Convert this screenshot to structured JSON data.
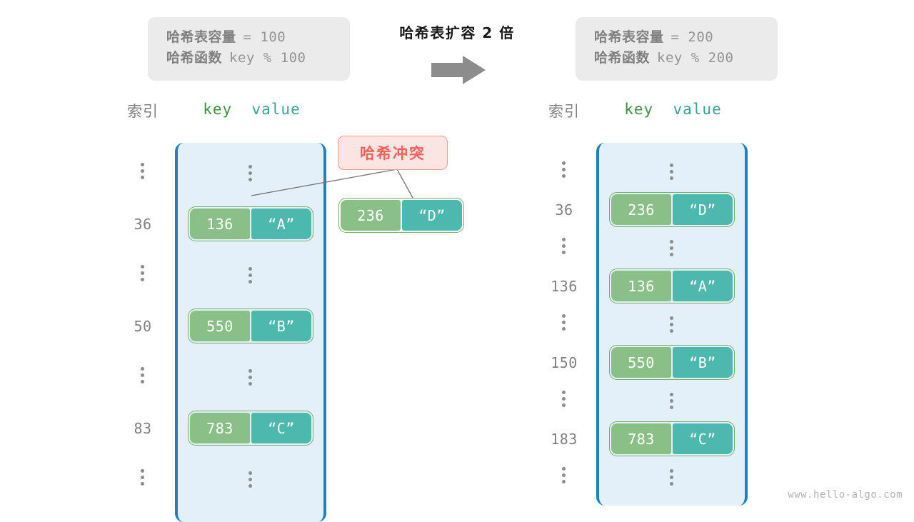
{
  "meta": {
    "watermark": "www.hello-algo.com"
  },
  "center": {
    "caption": "哈希表扩容 2 倍",
    "arrow_icon": "right-arrow-icon",
    "arrow_color": "#8c8c8c"
  },
  "info_left": {
    "capacity_label": "哈希表容量",
    "capacity_value": "= 100",
    "function_label": "哈希函数",
    "function_value": "key % 100"
  },
  "info_right": {
    "capacity_label": "哈希表容量",
    "capacity_value": "= 200",
    "function_label": "哈希函数",
    "function_value": "key % 200"
  },
  "collision": {
    "badge_label": "哈希冲突",
    "badge_color": "#f4605c",
    "badge_bg": "#fbe5e3",
    "floating_entry": {
      "key": "236",
      "value": "“D”"
    }
  },
  "left_table": {
    "head_index": "索引",
    "head_key": "key",
    "head_value": "value",
    "rows": [
      {
        "index": "⋮",
        "type": "dots"
      },
      {
        "index": "36",
        "type": "entry",
        "key": "136",
        "value": "“A”"
      },
      {
        "index": "⋮",
        "type": "dots"
      },
      {
        "index": "50",
        "type": "entry",
        "key": "550",
        "value": "“B”"
      },
      {
        "index": "⋮",
        "type": "dots"
      },
      {
        "index": "83",
        "type": "entry",
        "key": "783",
        "value": "“C”"
      },
      {
        "index": "⋮",
        "type": "dots"
      }
    ]
  },
  "right_table": {
    "head_index": "索引",
    "head_key": "key",
    "head_value": "value",
    "rows": [
      {
        "index": "⋮",
        "type": "dots"
      },
      {
        "index": "36",
        "type": "entry",
        "key": "236",
        "value": "“D”"
      },
      {
        "index": "⋮",
        "type": "dots"
      },
      {
        "index": "136",
        "type": "entry",
        "key": "136",
        "value": "“A”"
      },
      {
        "index": "⋮",
        "type": "dots"
      },
      {
        "index": "150",
        "type": "entry",
        "key": "550",
        "value": "“B”"
      },
      {
        "index": "⋮",
        "type": "dots"
      },
      {
        "index": "183",
        "type": "entry",
        "key": "783",
        "value": "“C”"
      },
      {
        "index": "⋮",
        "type": "dots"
      }
    ]
  },
  "colors": {
    "key_cell": "#8ac087",
    "value_cell": "#4cb8ae",
    "bucket_fill": "#e3eff9",
    "bucket_border": "#1f7fc4"
  }
}
